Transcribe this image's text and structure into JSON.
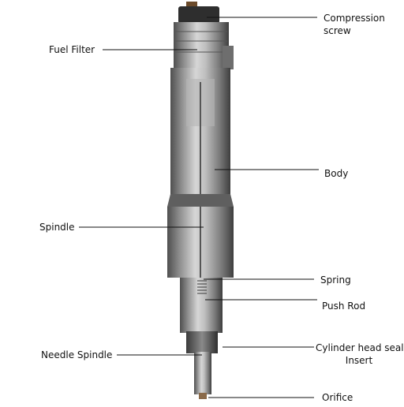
{
  "labels": {
    "compression": [
      "Compression",
      "screw"
    ],
    "fuel_filter": "Fuel Filter",
    "body": "Body",
    "spindle": "Spindle",
    "spring": "Spring",
    "push_rod": "Push Rod",
    "needle_spindle": "Needle Spindle",
    "cylinder_seal": [
      "Cylinder head seal",
      "Insert"
    ],
    "orifice": "Orifice"
  },
  "colors": {
    "background": "#ffffff",
    "metal_dark": "#4a4a4a",
    "metal_mid": "#8e8e8e",
    "metal_light": "#d9d9d9",
    "leader_line": "#111111"
  }
}
